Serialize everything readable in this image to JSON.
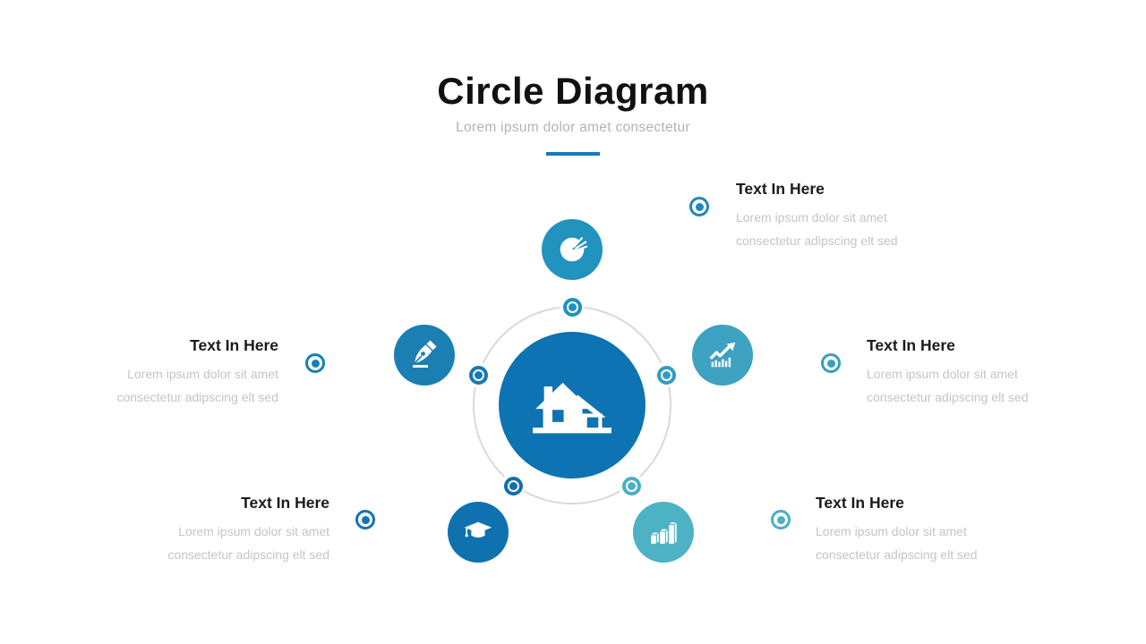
{
  "slide": {
    "title": "Circle Diagram",
    "subtitle": "Lorem ipsum dolor amet consectetur"
  },
  "palette": {
    "background": "#ffffff",
    "divider": "#1779ba",
    "orbit_ring": "#d9d9d9",
    "title_color": "#111111",
    "subtitle_color": "#b3b3b3",
    "heading_color": "#1b1b1b",
    "body_color": "#c5c5c5"
  },
  "center": {
    "icon": "house",
    "color": "#0d73b2"
  },
  "satellites": {
    "top": {
      "icon": "pie-chart",
      "color": "#2292be"
    },
    "left": {
      "icon": "pen-nib",
      "color": "#1b7fb2"
    },
    "right": {
      "icon": "trend-up",
      "color": "#3da2c2"
    },
    "bottom_left": {
      "icon": "graduation-cap",
      "color": "#0f72ae"
    },
    "bottom_right": {
      "icon": "bar-chart",
      "color": "#4cb2c4"
    }
  },
  "orbit_dots": {
    "top": "#2090c0",
    "left": "#1878b2",
    "right": "#349cc0",
    "bottom_left": "#1070ac",
    "bottom_right": "#4ab0c4"
  },
  "items": {
    "top_right": {
      "heading": "Text In Here",
      "body": "Lorem ipsum dolor sit amet consectetur adipscing elt sed",
      "bullet_color": "#1e88ba"
    },
    "mid_left": {
      "heading": "Text In Here",
      "body": "Lorem ipsum dolor sit amet consectetur adipscing elt sed",
      "bullet_color": "#1a7eb6"
    },
    "mid_right": {
      "heading": "Text In Here",
      "body": "Lorem ipsum dolor sit amet consectetur adipscing elt sed",
      "bullet_color": "#389fc0"
    },
    "bottom_left": {
      "heading": "Text In Here",
      "body": "Lorem ipsum dolor sit amet consectetur adipscing elt sed",
      "bullet_color": "#1173b3"
    },
    "bottom_right": {
      "heading": "Text In Here",
      "body": "Lorem ipsum dolor sit amet consectetur adipscing elt sed",
      "bullet_color": "#4ab0c4"
    }
  }
}
